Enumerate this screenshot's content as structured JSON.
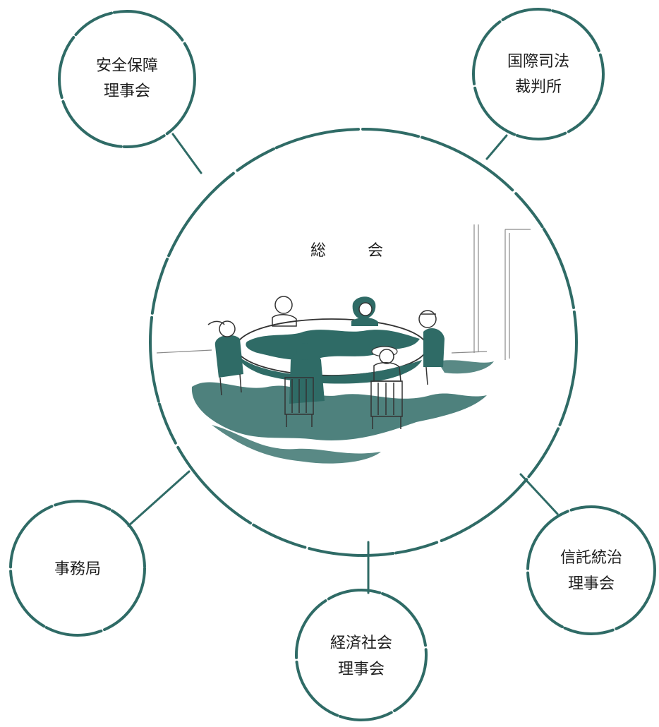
{
  "center": {
    "title_left": "総",
    "title_right": "会"
  },
  "nodes": [
    {
      "id": "security-council",
      "lines": [
        "安全保障",
        "理事会"
      ]
    },
    {
      "id": "international-court",
      "lines": [
        "国際司法",
        "裁判所"
      ]
    },
    {
      "id": "secretariat",
      "lines": [
        "事務局"
      ]
    },
    {
      "id": "economic-social-council",
      "lines": [
        "経済社会",
        "理事会"
      ]
    },
    {
      "id": "trusteeship-council",
      "lines": [
        "信託統治",
        "理事会"
      ]
    }
  ],
  "colors": {
    "ink": "#2f6b66",
    "text": "#1f1f1f",
    "background": "#ffffff"
  },
  "illustration": {
    "subject": "general-assembly-round-table"
  }
}
